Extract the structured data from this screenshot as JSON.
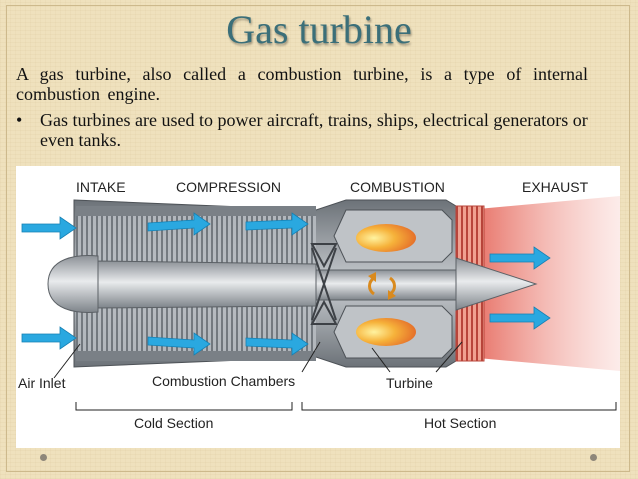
{
  "slide": {
    "title": "Gas turbine",
    "paragraph": " A gas turbine, also called a combustion turbine, is a type of internal combustion engine.",
    "bullet_symbol": "•",
    "bullet_text": "Gas turbines are used to power aircraft, trains, ships, electrical generators or even tanks."
  },
  "diagram": {
    "stage_labels": [
      "INTAKE",
      "COMPRESSION",
      "COMBUSTION",
      "EXHAUST"
    ],
    "part_labels": {
      "air_inlet": "Air Inlet",
      "combustion_chambers": "Combustion Chambers",
      "turbine": "Turbine"
    },
    "section_labels": {
      "cold": "Cold Section",
      "hot": "Hot Section"
    },
    "colors": {
      "airflow": "#2aa8e0",
      "flame": "#f29a2e",
      "exhaust": "#e05a4a",
      "metal": "#9aa0a6",
      "slide_background": "#efe1bd",
      "title": "#3b6f79"
    }
  }
}
